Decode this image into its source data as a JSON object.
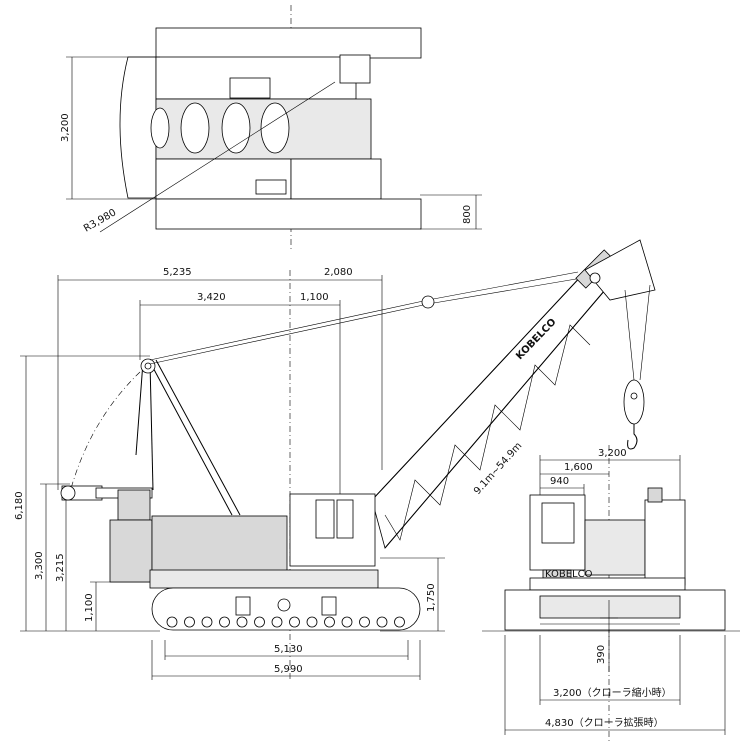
{
  "top_view": {
    "width_dim": "3,200",
    "radius_dim": "R3,980",
    "counterweight_dim": "800"
  },
  "side_view": {
    "dim_5235": "5,235",
    "dim_2080": "2,080",
    "dim_3420": "3,420",
    "dim_1100_top": "1,100",
    "dim_6180": "6,180",
    "dim_3300": "3,300",
    "dim_3215": "3,215",
    "dim_1100_left": "1,100",
    "dim_1750": "1,750",
    "dim_5130": "5,130",
    "dim_5990": "5,990",
    "boom_length": "9.1m~54.9m",
    "brand": "KOBELCO"
  },
  "front_view": {
    "dim_3200_top": "3,200",
    "dim_1600": "1,600",
    "dim_940": "940",
    "dim_390": "390",
    "dim_3200_bottom": "3,200（クローラ縮小時）",
    "dim_4830": "4,830（クローラ拡張時）",
    "brand": "KOBELCO"
  },
  "colors": {
    "line": "#000000",
    "body": "#d8d8d8",
    "background": "#ffffff"
  }
}
